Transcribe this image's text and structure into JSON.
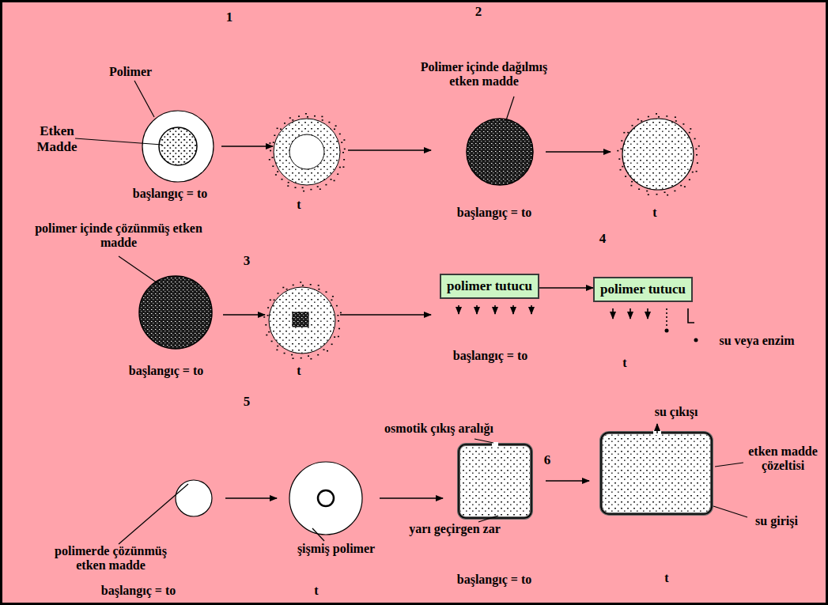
{
  "diagram": {
    "nodes": [
      {
        "text": [
          "polimer tutucu"
        ]
      },
      {
        "text": [
          "polimer tutucu"
        ]
      }
    ],
    "edges": [
      {
        "from": 0,
        "to": 1,
        "arrow": "to"
      }
    ],
    "labels": [
      "1",
      "2",
      "Polimer",
      "Etken Madde",
      "Polimer içinde dağılmış etken madde",
      "başlangıç = to",
      "t",
      "başlangıç = to",
      "t",
      "polimer içinde çözünmüş etken madde",
      "3",
      "4",
      "başlangıç = to",
      "t",
      "başlangıç = to",
      "t",
      "su veya enzim",
      "5",
      "osmotik çıkış aralığı",
      "su çıkışı",
      "6",
      "etken madde çözeltisi",
      "yarı geçirgen zar",
      "su girişi",
      "polimerde çözünmüş etken madde",
      "şişmiş polimer",
      "başlangıç = to",
      "t",
      "başlangıç = to",
      "t"
    ]
  }
}
